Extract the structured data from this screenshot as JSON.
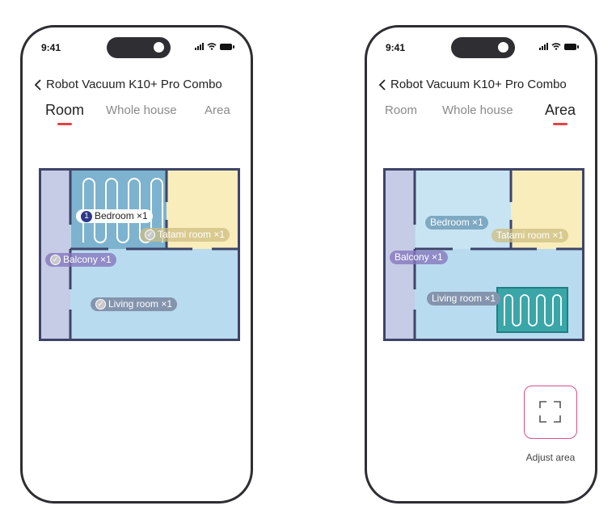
{
  "status_bar": {
    "time": "9:41"
  },
  "colors": {
    "accent": "#e2414b",
    "frame": "#2d2d33",
    "room_blue": "#b9dbef",
    "room_yellow": "#f9edbb",
    "balcony": "#c6cbe6",
    "active_room": "#7db3cf",
    "area_box": "#3aa6a8",
    "adjust_border": "#d94f8c"
  },
  "screens": [
    {
      "header": {
        "back_icon": "chevron-left-icon",
        "title": "Robot Vacuum K10+ Pro Combo"
      },
      "tabs": [
        {
          "label": "Room",
          "active": true
        },
        {
          "label": "Whole house",
          "active": false
        },
        {
          "label": "Area",
          "active": false
        }
      ],
      "map": {
        "rooms": [
          {
            "name": "Bedroom ×1",
            "badge": "1",
            "selected": true
          },
          {
            "name": "Tatami room ×1",
            "selected": false
          },
          {
            "name": "Balcony ×1",
            "selected": false
          },
          {
            "name": "Living room ×1",
            "selected": false
          }
        ]
      }
    },
    {
      "header": {
        "back_icon": "chevron-left-icon",
        "title": "Robot Vacuum K10+ Pro Combo"
      },
      "tabs": [
        {
          "label": "Room",
          "active": false
        },
        {
          "label": "Whole house",
          "active": false
        },
        {
          "label": "Area",
          "active": true
        }
      ],
      "map": {
        "rooms": [
          {
            "name": "Bedroom ×1"
          },
          {
            "name": "Tatami room ×1"
          },
          {
            "name": "Balcony ×1"
          },
          {
            "name": "Living room ×1"
          }
        ]
      },
      "adjust_area": {
        "icon": "frame-corners-icon",
        "label": "Adjust area"
      }
    }
  ]
}
